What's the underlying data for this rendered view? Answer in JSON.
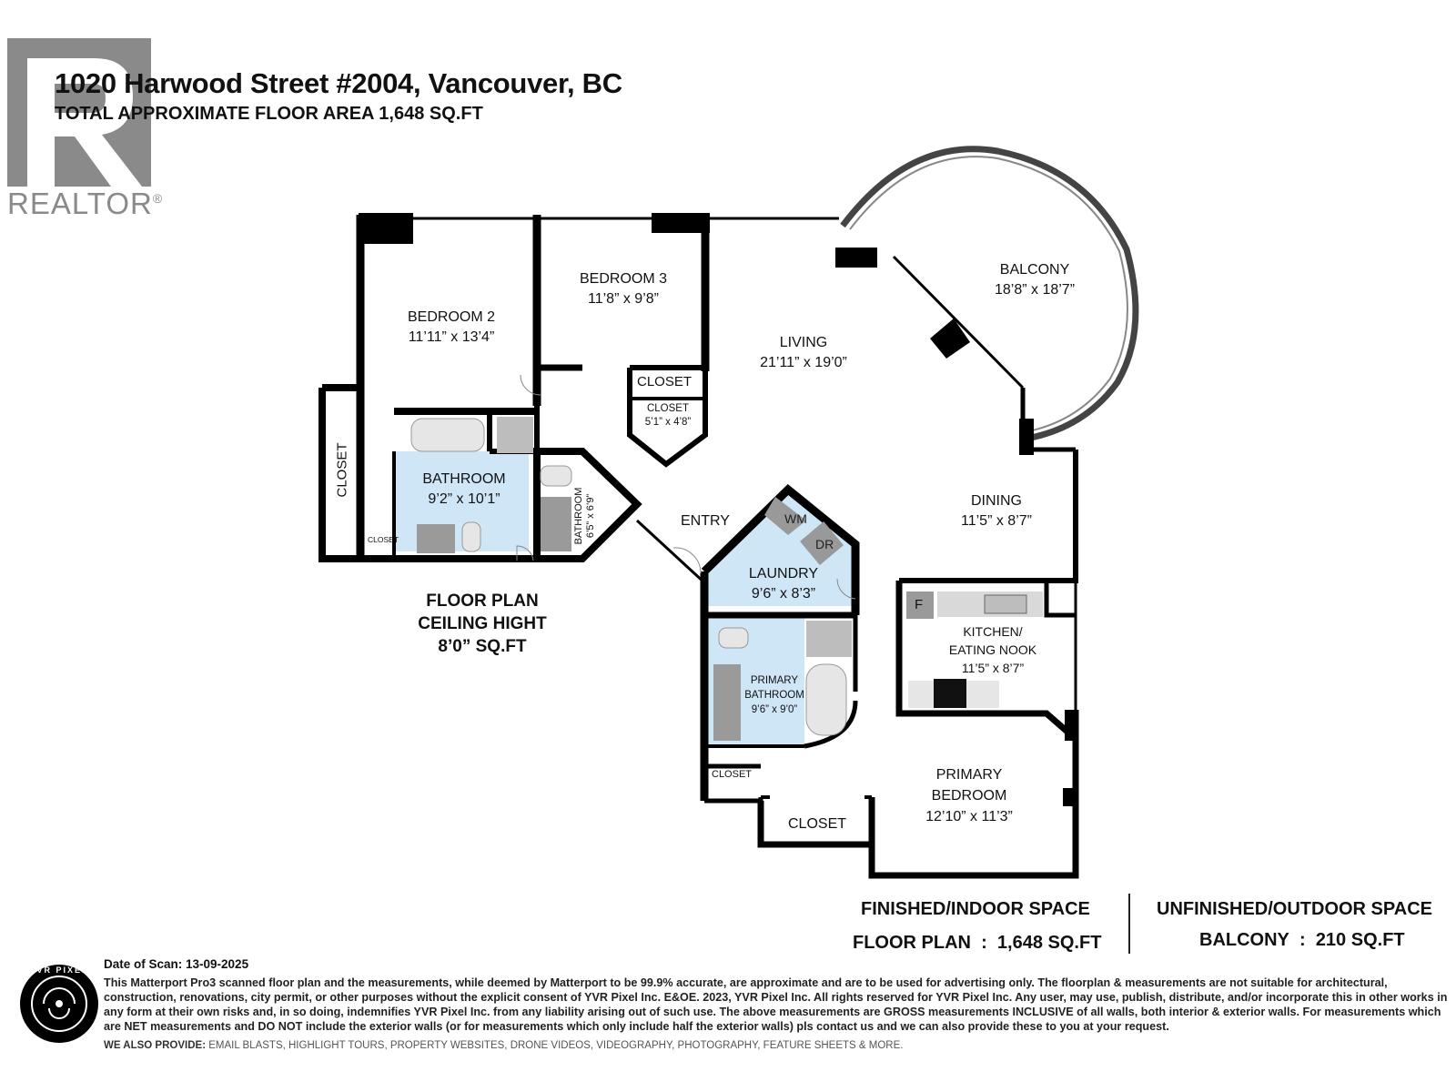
{
  "header": {
    "address": "1020 Harwood Street #2004, Vancouver, BC",
    "total_area": "TOTAL APPROXIMATE FLOOR AREA 1,648 SQ.FT"
  },
  "logo": {
    "text": "REALTOR",
    "mark": "®",
    "icon": "realtor-r-icon"
  },
  "rooms": {
    "bedroom2": {
      "name": "BEDROOM 2",
      "dims": "11’11” x 13’4”"
    },
    "bedroom3": {
      "name": "BEDROOM 3",
      "dims": "11’8” x 9’8”"
    },
    "living": {
      "name": "LIVING",
      "dims": "21’11” x 19’0”"
    },
    "balcony": {
      "name": "BALCONY",
      "dims": "18’8” x 18’7”"
    },
    "bathroom": {
      "name": "BATHROOM",
      "dims": "9’2” x 10’1”"
    },
    "bathroom_small": {
      "name": "BATHROOM",
      "dims": "6’5” x 6’9”"
    },
    "entry": {
      "name": "ENTRY"
    },
    "dining": {
      "name": "DINING",
      "dims": "11’5” x 8’7”"
    },
    "laundry": {
      "name": "LAUNDRY",
      "dims": "9’6” x 8’3”",
      "wm": "WM",
      "dr": "DR"
    },
    "kitchen": {
      "name1": "KITCHEN/",
      "name2": "EATING NOOK",
      "dims": "11’5” x 8’7”",
      "fridge": "F"
    },
    "primary_bath": {
      "name1": "PRIMARY",
      "name2": "BATHROOM",
      "dims": "9’6” x 9’0”"
    },
    "primary_bed": {
      "name1": "PRIMARY",
      "name2": "BEDROOM",
      "dims": "12’10” x 11’3”"
    },
    "closet_main": "CLOSET",
    "closet_hall": "CLOSET",
    "closet_hall_dims": "5’1” x 4’8”",
    "closet_b3": "CLOSET",
    "closet_b2_vertical": "CLOSET",
    "closet_b2_small": "CLOSET",
    "closet_primary_small": "CLOSET",
    "closet_primary": "CLOSET"
  },
  "floor_plan_note": {
    "line1": "FLOOR PLAN",
    "line2": "CEILING HIGHT",
    "line3": "8’0” SQ.FT"
  },
  "summary": {
    "finished_head": "FINISHED/INDOOR SPACE",
    "finished_label": "FLOOR PLAN",
    "finished_value": "1,648 SQ.FT",
    "unfinished_head": "UNFINISHED/OUTDOOR SPACE",
    "unfinished_label": "BALCONY",
    "unfinished_value": "210 SQ.FT",
    "sep": ":"
  },
  "footer": {
    "date_of_scan": "Date of Scan: 13-09-2025",
    "disclaimer": "This Matterport Pro3 scanned floor plan and the measurements, while deemed by Matterport to be 99.9% accurate, are approximate and are to be used for advertising only. The floorplan & measurements are not suitable for architectural, construction, renovations, city permit, or other purposes without the explicit consent of YVR Pixel Inc. E&OE. 2023, YVR Pixel Inc. All rights reserved for YVR Pixel Inc. Any user, may use, publish, distribute, and/or incorporate this in other works in any form at their own risks and, in so doing, indemnifies YVR Pixel Inc. from any liability arising out of such use. The above measurements are GROSS measurements INCLUSIVE of all walls, both interior & exterior walls. For measurements which are NET measurements and DO NOT include the exterior walls (or for measurements which only include half the exterior walls) pls contact us and we can also provide these to you at your request.",
    "provide_label": "WE ALSO PROVIDE:",
    "provide_list": "EMAIL BLASTS, HIGHLIGHT TOURS, PROPERTY WEBSITES, DRONE VIDEOS, VIDEOGRAPHY, PHOTOGRAPHY, FEATURE SHEETS & MORE.",
    "yvr_logo_text": "YVR PIXEL"
  },
  "colors": {
    "wall": "#000000",
    "bath_fill": "#cfe6f7",
    "fixture": "#d9d9d9",
    "fixture_dark": "#9a9a9a",
    "logo_gray": "#8a8a8a"
  }
}
